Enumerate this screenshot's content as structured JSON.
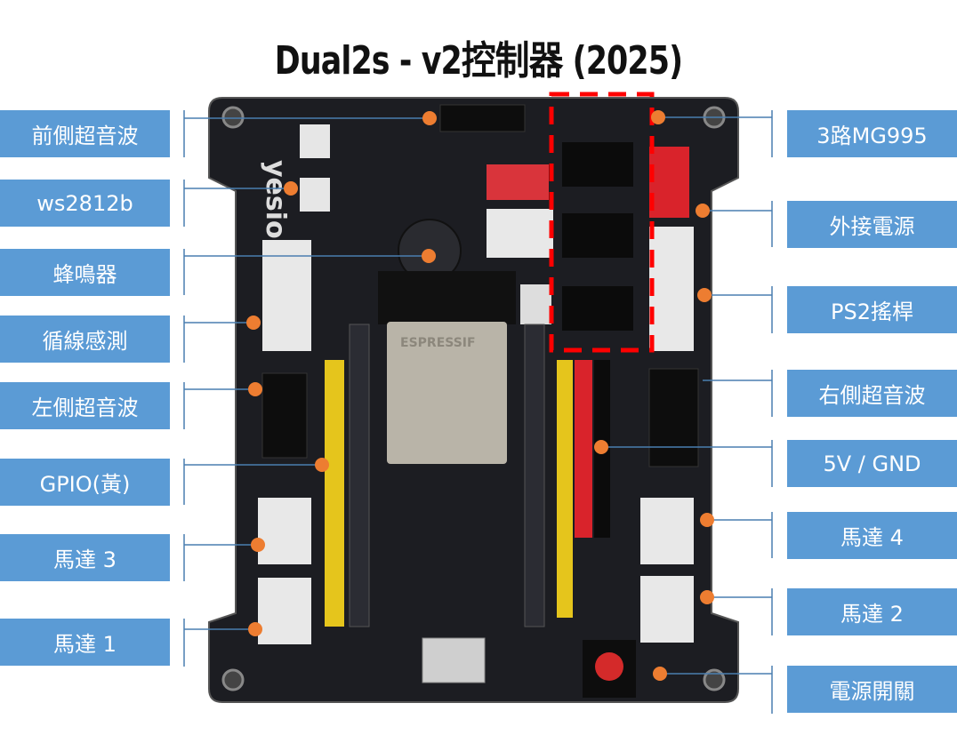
{
  "title": "Dual2s - v2控制器 (2025)",
  "left_labels": [
    {
      "text": "前側超音波"
    },
    {
      "text": "ws2812b"
    },
    {
      "text": "蜂鳴器"
    },
    {
      "text": "循線感測"
    },
    {
      "text": "左側超音波"
    },
    {
      "text": "GPIO(黃)"
    },
    {
      "text": "馬達 3"
    },
    {
      "text": "馬達 1"
    }
  ],
  "right_labels": [
    {
      "text": "3路MG995"
    },
    {
      "text": "外接電源"
    },
    {
      "text": "PS2搖桿"
    },
    {
      "text": "右側超音波"
    },
    {
      "text": "5V / GND"
    },
    {
      "text": "馬達 4"
    },
    {
      "text": "馬達 2"
    },
    {
      "text": "電源開關"
    }
  ],
  "board": {
    "logo": "yesio",
    "module": "ESPRESSIF"
  },
  "colors": {
    "label_bg": "#5b9bd5",
    "marker": "#ed7d31",
    "highlight": "#ff0000",
    "pcb": "#1c1d22"
  }
}
